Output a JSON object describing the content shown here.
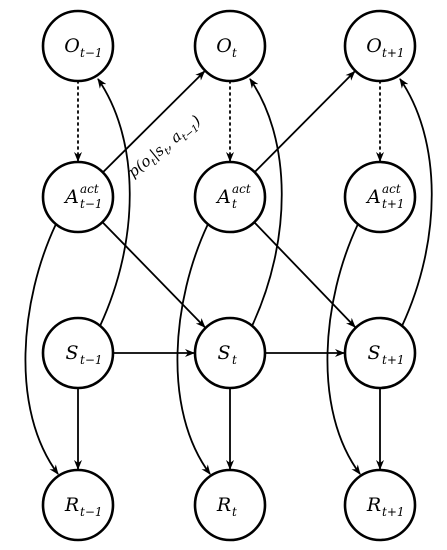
{
  "nodes": [
    {
      "id": "O_t-1",
      "base": "O",
      "sub": "t−1",
      "sup": ""
    },
    {
      "id": "O_t",
      "base": "O",
      "sub": "t",
      "sup": ""
    },
    {
      "id": "O_t+1",
      "base": "O",
      "sub": "t+1",
      "sup": ""
    },
    {
      "id": "A_t-1",
      "base": "A",
      "sub": "t−1",
      "sup": "act"
    },
    {
      "id": "A_t",
      "base": "A",
      "sub": "t",
      "sup": "act"
    },
    {
      "id": "A_t+1",
      "base": "A",
      "sub": "t+1",
      "sup": "act"
    },
    {
      "id": "S_t-1",
      "base": "S",
      "sub": "t−1",
      "sup": ""
    },
    {
      "id": "S_t",
      "base": "S",
      "sub": "t",
      "sup": ""
    },
    {
      "id": "S_t+1",
      "base": "S",
      "sub": "t+1",
      "sup": ""
    },
    {
      "id": "R_t-1",
      "base": "R",
      "sub": "t−1",
      "sup": ""
    },
    {
      "id": "R_t",
      "base": "R",
      "sub": "t",
      "sup": ""
    },
    {
      "id": "R_t+1",
      "base": "R",
      "sub": "t+1",
      "sup": ""
    }
  ],
  "edges": [
    {
      "from": "A_t-1",
      "to": "O_t",
      "style": "solid"
    },
    {
      "from": "A_t",
      "to": "O_t+1",
      "style": "solid"
    },
    {
      "from": "A_t-1",
      "to": "S_t",
      "style": "solid"
    },
    {
      "from": "A_t",
      "to": "S_t+1",
      "style": "solid"
    },
    {
      "from": "S_t-1",
      "to": "S_t",
      "style": "solid"
    },
    {
      "from": "S_t",
      "to": "S_t+1",
      "style": "solid"
    },
    {
      "from": "S_t-1",
      "to": "R_t-1",
      "style": "solid"
    },
    {
      "from": "S_t",
      "to": "R_t",
      "style": "solid"
    },
    {
      "from": "S_t+1",
      "to": "R_t+1",
      "style": "solid"
    },
    {
      "from": "S_t-1",
      "to": "O_t-1",
      "style": "curved"
    },
    {
      "from": "S_t",
      "to": "O_t",
      "style": "curved"
    },
    {
      "from": "S_t+1",
      "to": "O_t+1",
      "style": "curved"
    },
    {
      "from": "A_t-1",
      "to": "R_t-1",
      "style": "curved"
    },
    {
      "from": "A_t",
      "to": "R_t",
      "style": "curved"
    },
    {
      "from": "A_t+1",
      "to": "R_t+1",
      "style": "curved"
    },
    {
      "from": "O_t-1",
      "to": "A_t-1",
      "style": "dotted"
    },
    {
      "from": "O_t",
      "to": "A_t",
      "style": "dotted"
    },
    {
      "from": "O_t+1",
      "to": "A_t+1",
      "style": "dotted"
    }
  ],
  "edge_label": {
    "text": "p(o",
    "sub1": "t",
    "mid": "|s",
    "sub2": "t",
    "mid2": ", a",
    "sub3": "t−1",
    "end": ")"
  }
}
